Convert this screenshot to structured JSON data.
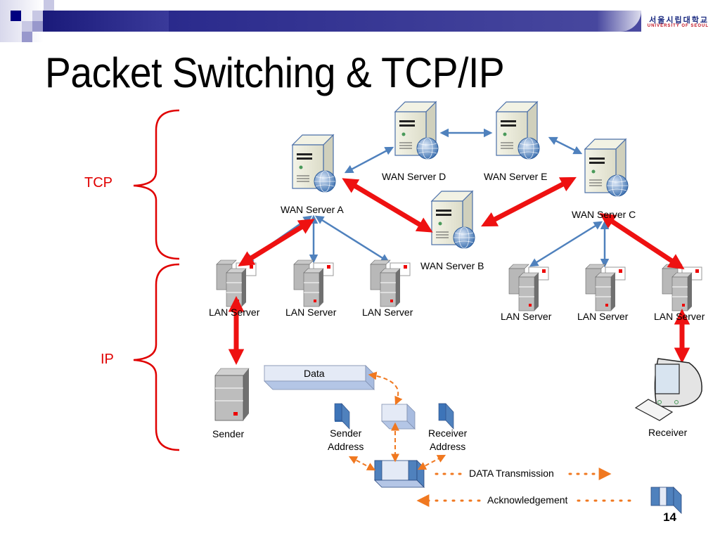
{
  "slide": {
    "title": "Packet Switching & TCP/IP",
    "page_number": "14",
    "logo": {
      "korean": "서울시립대학교",
      "english": "UNIVERSITY OF SEOUL"
    }
  },
  "layers": {
    "tcp_label": "TCP",
    "ip_label": "IP"
  },
  "wan_servers": [
    {
      "id": "A",
      "label": "WAN Server A"
    },
    {
      "id": "B",
      "label": "WAN Server B"
    },
    {
      "id": "C",
      "label": "WAN Server C"
    },
    {
      "id": "D",
      "label": "WAN Server D"
    },
    {
      "id": "E",
      "label": "WAN Server E"
    }
  ],
  "lan_servers": [
    {
      "label": "LAN Server",
      "uplink": "A"
    },
    {
      "label": "LAN Server",
      "uplink": "A"
    },
    {
      "label": "LAN Server",
      "uplink": "A"
    },
    {
      "label": "LAN Server",
      "uplink": "C"
    },
    {
      "label": "LAN Server",
      "uplink": "C"
    },
    {
      "label": "LAN Server",
      "uplink": "C"
    }
  ],
  "endpoints": {
    "sender": "Sender",
    "receiver": "Receiver"
  },
  "packet": {
    "data_label": "Data",
    "sender_address": [
      "Sender",
      "Address"
    ],
    "receiver_address": [
      "Receiver",
      "Address"
    ]
  },
  "flows": {
    "transmission": "DATA Transmission",
    "acknowledgement": "Acknowledgement"
  },
  "colors": {
    "route_red": "#ee1111",
    "link_blue": "#4f81bd",
    "flow_orange": "#f07820",
    "brace_red": "#e00000"
  }
}
